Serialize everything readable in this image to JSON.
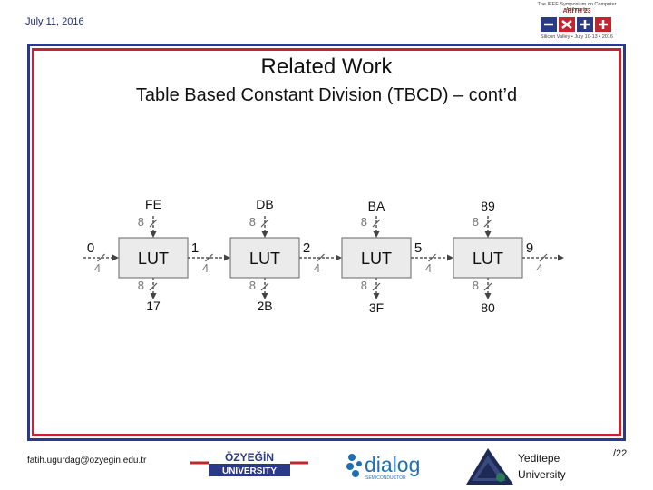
{
  "header": {
    "date": "July 11, 2016",
    "conference": {
      "top_line": "The IEEE Symposium on Computer Arithmetic",
      "name": "ARITH 23",
      "bottom_line": "Silicon Valley • July 10-13 • 2016"
    }
  },
  "slide": {
    "title": "Related Work",
    "subtitle": "Table Based Constant Division (TBCD) – cont’d"
  },
  "diagram": {
    "block_label": "LUT",
    "bus_widths": {
      "data": "8",
      "carry": "4"
    },
    "carries": [
      "0",
      "1",
      "2",
      "5",
      "9"
    ],
    "stages": [
      {
        "input": "FE",
        "output": "17"
      },
      {
        "input": "DB",
        "output": "2B"
      },
      {
        "input": "BA",
        "output": "3F"
      },
      {
        "input": "89",
        "output": "80"
      }
    ]
  },
  "footer": {
    "email": "fatih.ugurdag@ozyegin.edu.tr",
    "ozyegin_top": "ÖZYEĞİN",
    "ozyegin_bottom": "UNIVERSITY",
    "dialog_name": "dialog",
    "dialog_sub": "SEMICONDUCTOR",
    "yeditepe_line1": "Yeditepe",
    "yeditepe_line2": "University",
    "page": "/22"
  },
  "colors": {
    "navy": "#2b3a87",
    "red": "#c0262d",
    "dialog_blue": "#1e6fb6",
    "lut_fill": "#ebebeb"
  }
}
